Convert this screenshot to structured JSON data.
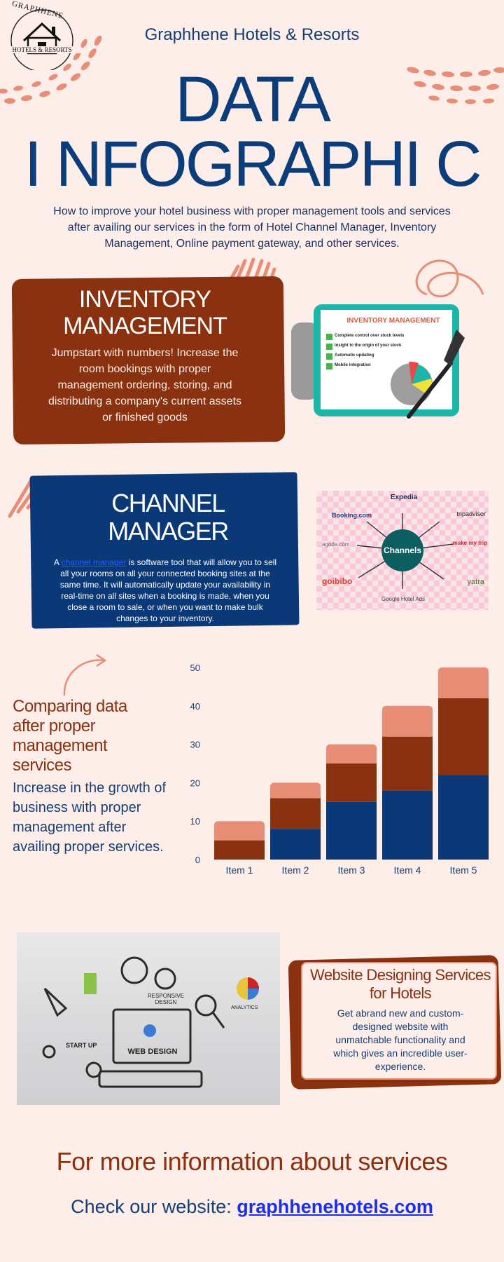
{
  "header": {
    "logo_text_top": "GRAPHHENE",
    "logo_text_bottom": "HOTELS & RESORTS",
    "brand_title": "Graphhene Hotels & Resorts",
    "hero_line1": "DATA",
    "hero_line2": "I NFOGRAPHI C",
    "intro": "How to improve your hotel business with proper management tools and services after availing our services in the form of Hotel Channel Manager, Inventory Management, Online payment gateway, and other services."
  },
  "inventory": {
    "title": "INVENTORY MANAGEMENT",
    "text": "Jumpstart with numbers! Increase the room bookings with proper management ordering, storing, and distributing a company's current assets or finished goods",
    "image": {
      "heading": "INVENTORY MANAGEMENT",
      "items": [
        "Complete control over stock levels",
        "Insight to the origin of your stock",
        "Automatic updating",
        "Mobile integration"
      ]
    }
  },
  "channel": {
    "title": "CHANNEL MANAGER",
    "text_prefix": "A ",
    "link_text": "channel manager",
    "text_suffix": " is software tool that will allow you to sell all your rooms on all your connected booking sites at the same time. It will automatically update your availability in real-time on all sites when a booking is made, when you close a room to sale, or when you want to make bulk changes to your inventory.",
    "image": {
      "center": "Channels",
      "partners": [
        "Expedia",
        "tripadvisor",
        "make my trip",
        "yatra",
        "Google Hotel Ads",
        "goibibo",
        "agoda.com",
        "Booking.com"
      ]
    }
  },
  "comparison": {
    "title": "Comparing data after proper management services",
    "text": "Increase in the growth of business with proper management after availing proper services."
  },
  "chart_data": {
    "type": "bar",
    "stacked": true,
    "categories": [
      "Item 1",
      "Item 2",
      "Item 3",
      "Item 4",
      "Item 5"
    ],
    "series": [
      {
        "values": [
          0,
          8,
          15,
          18,
          22
        ],
        "color": "#0b3876"
      },
      {
        "values": [
          5,
          8,
          10,
          14,
          20
        ],
        "color": "#8a3110"
      },
      {
        "values": [
          5,
          4,
          5,
          8,
          8
        ],
        "color": "#e88d76"
      }
    ],
    "y_ticks": [
      0,
      10,
      20,
      30,
      40,
      50
    ],
    "ylim": [
      0,
      50
    ],
    "grid": false,
    "legend": "none"
  },
  "website": {
    "title": "Website Designing Services for Hotels",
    "text": "Get abrand new and custom-designed website with unmatchable functionality and which gives an incredible user-experience.",
    "image": {
      "labels": [
        "RESPONSIVE DESIGN",
        "START UP",
        "WEB DESIGN",
        "ANALYTICS"
      ]
    }
  },
  "footer": {
    "info": "For more information about services",
    "site_label": "Check our website: ",
    "site_link": "graphhenehotels.com"
  },
  "colors": {
    "background": "#fdeeea",
    "navy": "#0b3876",
    "rust": "#8a3110",
    "salmon": "#e88d76"
  }
}
